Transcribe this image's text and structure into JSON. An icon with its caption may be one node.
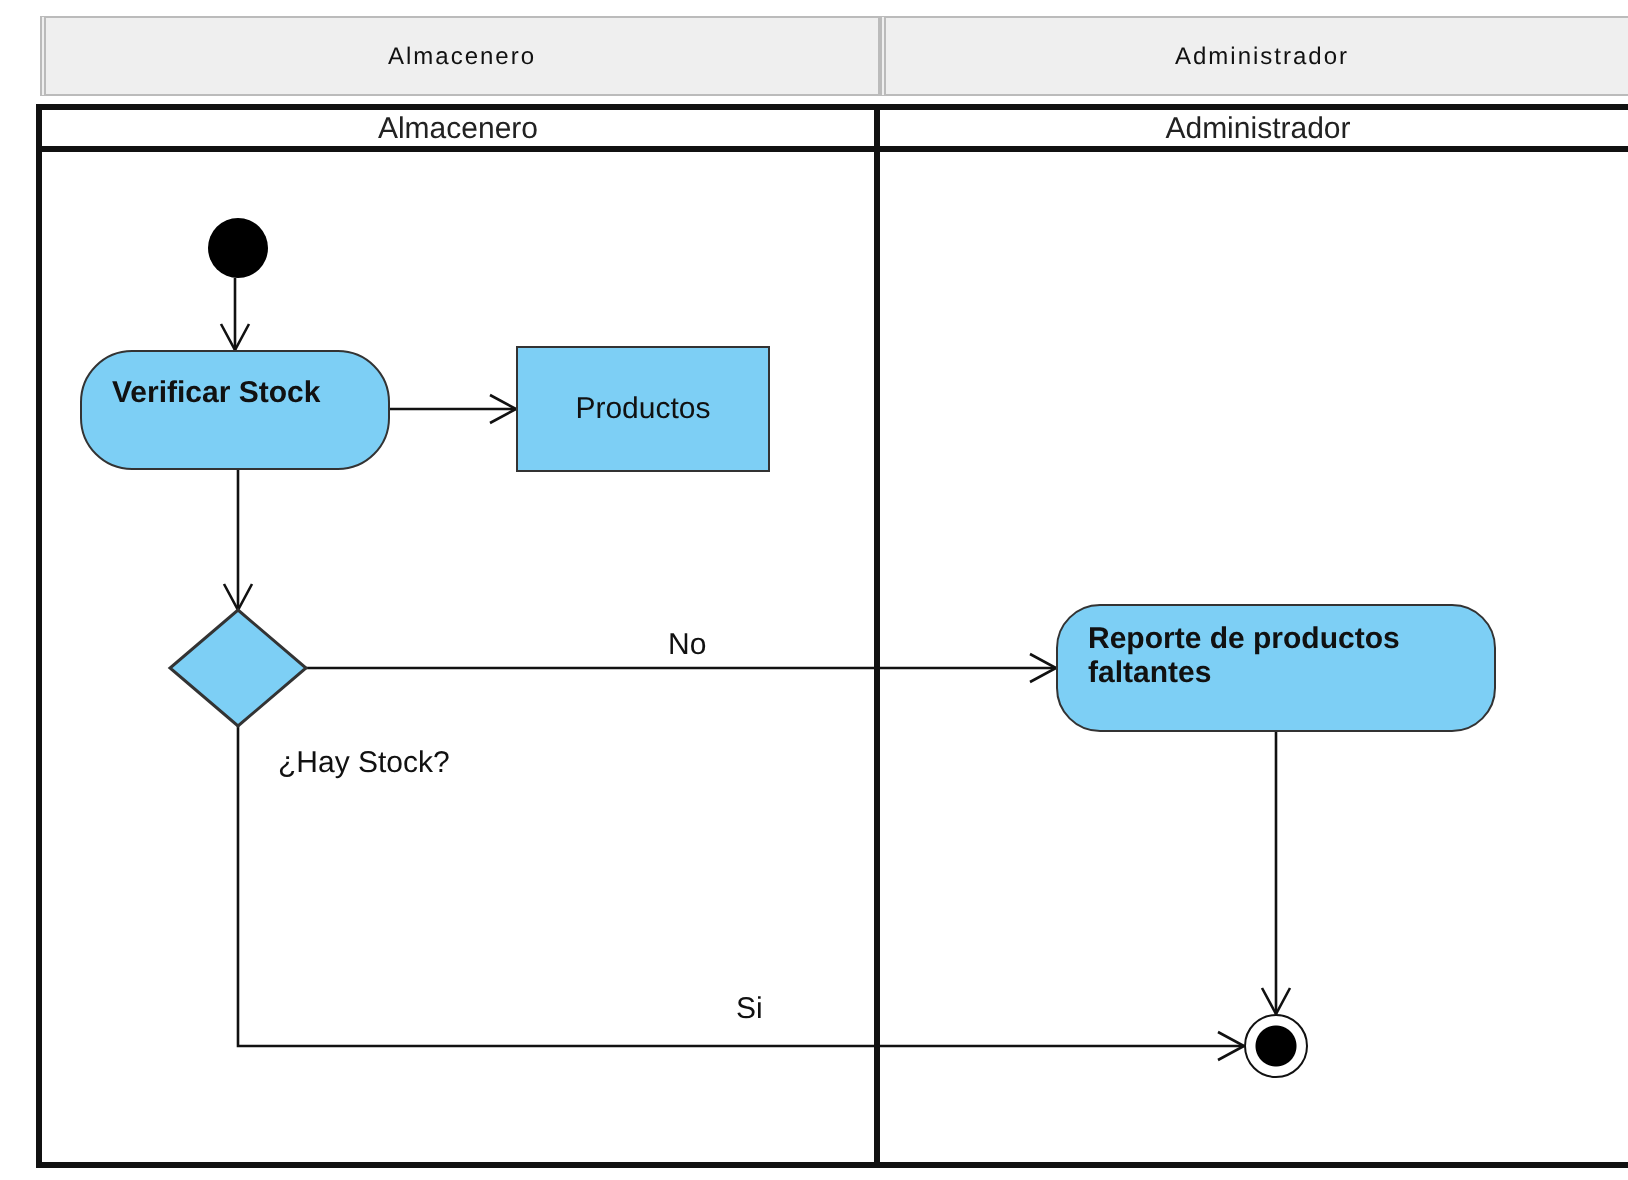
{
  "diagram": {
    "nodes": [
      {
        "text": [
          "Almacenero"
        ]
      },
      {
        "text": [
          "Administrador"
        ]
      },
      {
        "text": [
          "Almacenero"
        ]
      },
      {
        "text": [
          "Administrador"
        ]
      },
      {
        "text": [],
        "shape": "circle",
        "in": 2
      },
      {
        "text": [
          "Verificar Stock"
        ],
        "in": 2
      },
      {
        "text": [
          "Productos"
        ],
        "in": 2
      },
      {
        "text": [],
        "shape": "diamond",
        "in": 2,
        "beside": [
          "¿Hay Stock?"
        ]
      },
      {
        "text": [
          "Reporte de productos faltantes"
        ],
        "in": 3
      },
      {
        "text": [],
        "shape": "circle",
        "in": 3
      }
    ],
    "edges": [
      {
        "from": 4,
        "to": 5,
        "arrow": "to"
      },
      {
        "from": 5,
        "to": 6,
        "arrow": "to"
      },
      {
        "from": 5,
        "to": 7,
        "arrow": "to"
      },
      {
        "from": 7,
        "to": 8,
        "arrow": "to",
        "label": "No"
      },
      {
        "from": 7,
        "to": 9,
        "arrow": "to",
        "label": "Si"
      },
      {
        "from": 8,
        "to": 9,
        "arrow": "to"
      }
    ]
  }
}
